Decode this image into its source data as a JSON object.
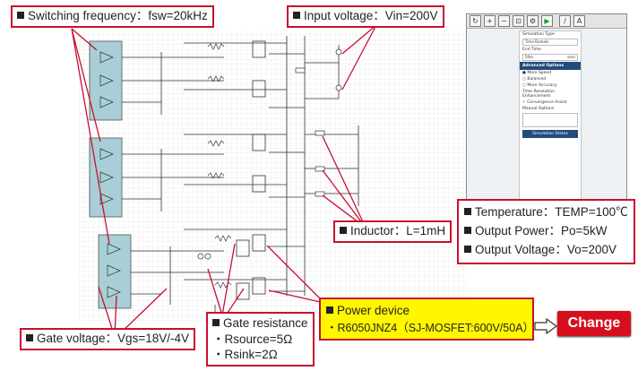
{
  "callouts": {
    "switching_frequency": "Switching frequency：fsw=20kHz",
    "input_voltage": "Input voltage：Vin=200V",
    "inductor": "Inductor：L=1mH",
    "gate_voltage": "Gate voltage：Vgs=18V/-4V",
    "gate_resistance": {
      "title": "Gate resistance",
      "line1": "・Rsource=5Ω",
      "line2": "・Rsink=2Ω"
    },
    "power_device": {
      "title": "Power device",
      "part": "・R6050JNZ4（SJ-MOSFET:600V/50A）"
    },
    "conditions": {
      "temperature": "Temperature：TEMP=100℃",
      "output_power": "Output Power：Po=5kW",
      "output_voltage": "Output Voltage：Vo=200V"
    }
  },
  "change_button": "Change",
  "sim_panel": {
    "title": "Simulation Type",
    "type_value": "Time Domain",
    "end_time_label": "End Time",
    "end_time_value": "50m",
    "end_time_unit": "secs",
    "advanced": "Advanced Options",
    "opt_speed": "More Speed",
    "opt_balanced": "Balanced",
    "opt_accuracy": "More Accuracy",
    "time_res": "Time Resolution Enhancement",
    "convergence": "Convergence Assist",
    "manual": "Manual Options",
    "status_btn": "Simulation Status"
  },
  "colors": {
    "callout_border": "#c8102e",
    "power_yellow": "#fff600",
    "change_red": "#d60f1f",
    "module_fill": "#a8cfd6"
  }
}
